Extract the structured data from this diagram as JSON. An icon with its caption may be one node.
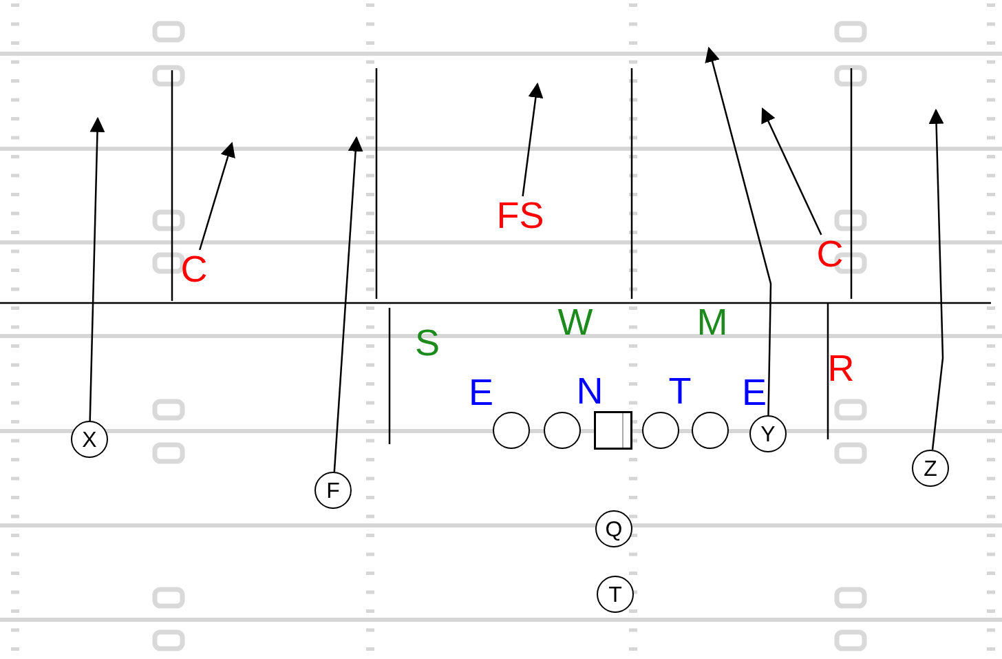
{
  "diagram": {
    "nodes": [
      {
        "text": [
          "FS"
        ]
      },
      {
        "text": [
          "C"
        ]
      },
      {
        "text": [
          "C"
        ]
      },
      {
        "text": [
          "W"
        ]
      },
      {
        "text": [
          "M"
        ]
      },
      {
        "text": [
          "S"
        ]
      },
      {
        "text": [
          "R"
        ]
      },
      {
        "text": [
          "E"
        ]
      },
      {
        "text": [
          "N"
        ]
      },
      {
        "text": [
          "T"
        ]
      },
      {
        "text": [
          "E"
        ]
      },
      {
        "text": [],
        "shape": "circle"
      },
      {
        "text": [],
        "shape": "circle"
      },
      {
        "text": [],
        "shape": "box"
      },
      {
        "text": [],
        "shape": "circle"
      },
      {
        "text": [],
        "shape": "circle"
      },
      {
        "text": [
          "Y"
        ]
      },
      {
        "text": [
          "X"
        ]
      },
      {
        "text": [
          "Z"
        ]
      },
      {
        "text": [
          "F"
        ]
      },
      {
        "text": [
          "Q"
        ]
      },
      {
        "text": [
          "T"
        ]
      }
    ],
    "edges": [
      {
        "from": 0,
        "to": null,
        "arrow": "to"
      },
      {
        "from": 1,
        "to": null,
        "arrow": "to"
      },
      {
        "from": 2,
        "to": null,
        "arrow": "to"
      },
      {
        "from": 17,
        "to": null,
        "arrow": "to"
      },
      {
        "from": 19,
        "to": null,
        "arrow": "to"
      },
      {
        "from": 16,
        "to": null,
        "arrow": "to"
      },
      {
        "from": 18,
        "to": null,
        "arrow": "to"
      }
    ]
  }
}
